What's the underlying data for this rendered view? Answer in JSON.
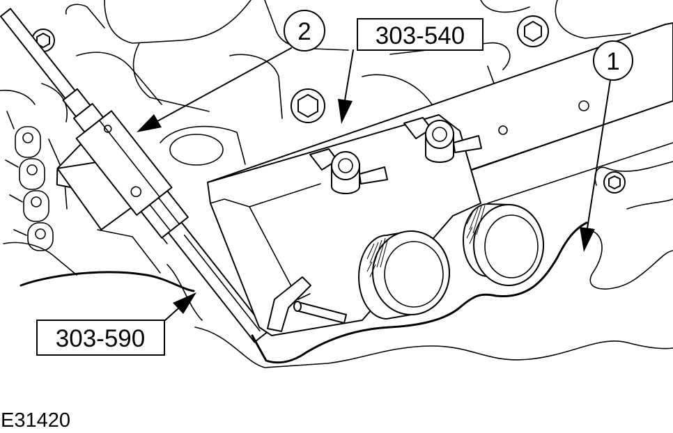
{
  "callouts": {
    "item_1": "1",
    "item_2": "2"
  },
  "tools": {
    "tool_303_540": "303-540",
    "tool_303_590": "303-590"
  },
  "figure_id": "E31420",
  "colors": {
    "line": "#000000",
    "background": "#ffffff"
  }
}
